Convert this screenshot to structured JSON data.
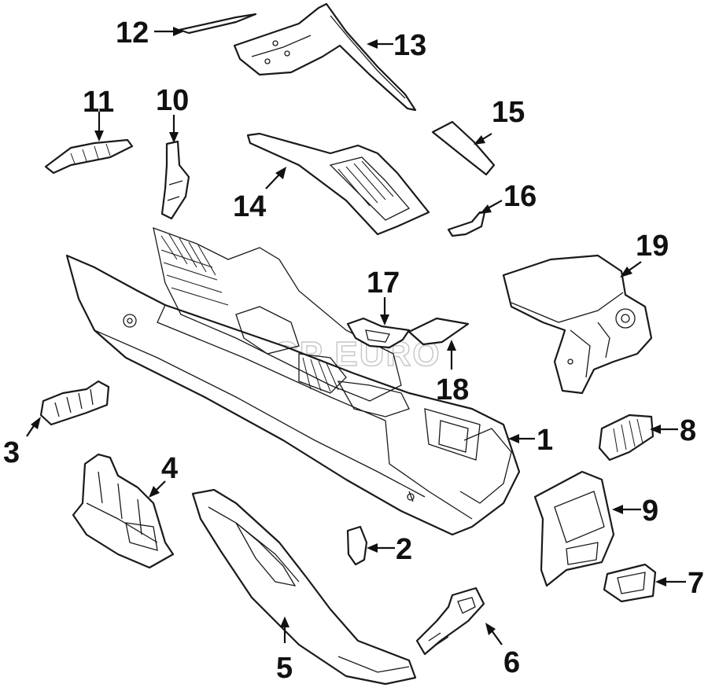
{
  "watermark": "FCP EURO",
  "callouts": [
    {
      "id": "1",
      "label": "1"
    },
    {
      "id": "2",
      "label": "2"
    },
    {
      "id": "3",
      "label": "3"
    },
    {
      "id": "4",
      "label": "4"
    },
    {
      "id": "5",
      "label": "5"
    },
    {
      "id": "6",
      "label": "6"
    },
    {
      "id": "7",
      "label": "7"
    },
    {
      "id": "8",
      "label": "8"
    },
    {
      "id": "9",
      "label": "9"
    },
    {
      "id": "10",
      "label": "10"
    },
    {
      "id": "11",
      "label": "11"
    },
    {
      "id": "12",
      "label": "12"
    },
    {
      "id": "13",
      "label": "13"
    },
    {
      "id": "14",
      "label": "14"
    },
    {
      "id": "15",
      "label": "15"
    },
    {
      "id": "16",
      "label": "16"
    },
    {
      "id": "17",
      "label": "17"
    },
    {
      "id": "18",
      "label": "18"
    },
    {
      "id": "19",
      "label": "19"
    }
  ]
}
